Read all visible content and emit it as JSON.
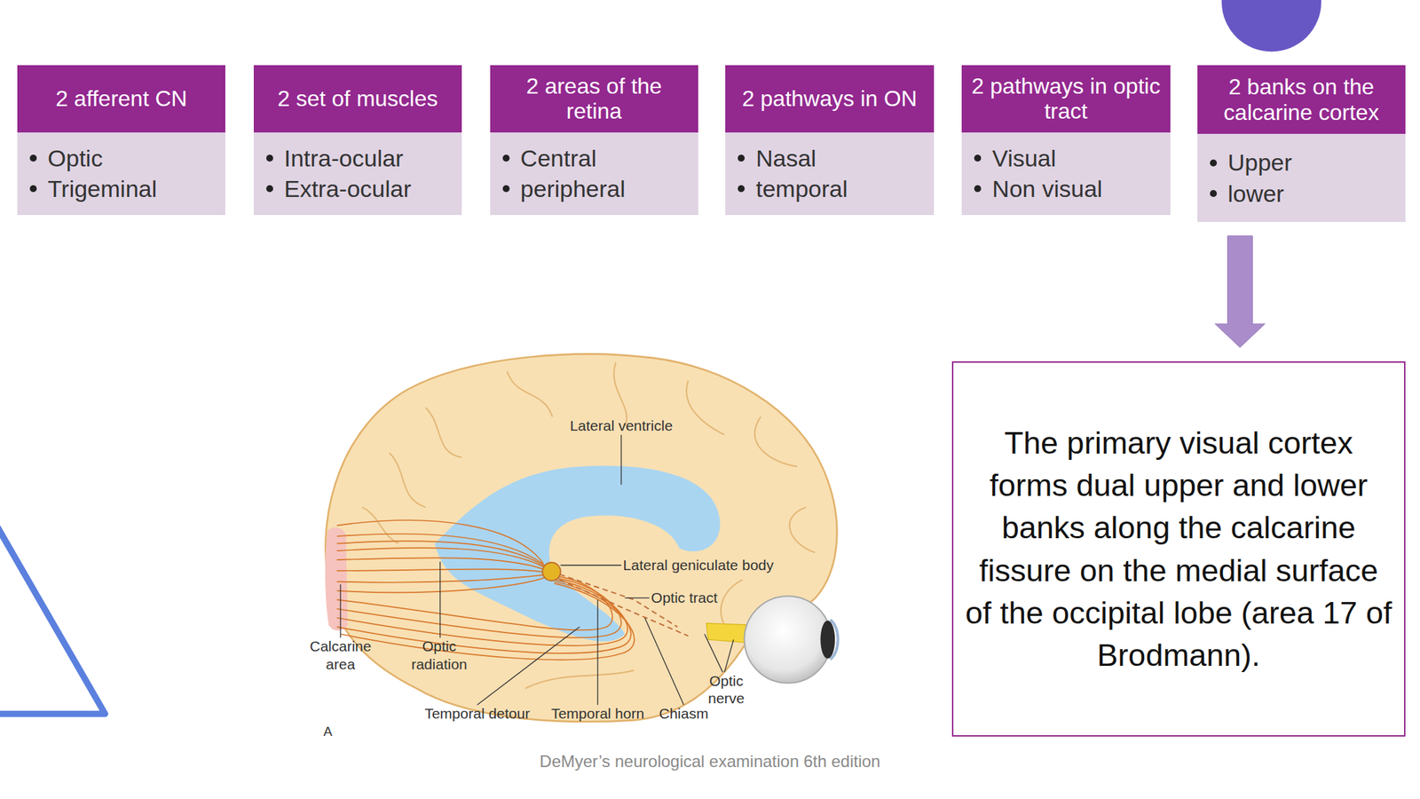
{
  "diagram": {
    "caption": "DeMyer’s neurological examination 6th edition",
    "nodes": [
      {
        "text": [
          "2 afferent CN",
          "Optic",
          "Trigeminal"
        ]
      },
      {
        "text": [
          "2 set of muscles",
          "Intra-ocular",
          "Extra-ocular"
        ]
      },
      {
        "text": [
          "2 areas of the retina",
          "Central",
          "peripheral"
        ]
      },
      {
        "text": [
          "2 pathways in ON",
          "Nasal",
          "temporal"
        ]
      },
      {
        "text": [
          "2 pathways in optic tract",
          "Visual",
          "Non visual"
        ]
      },
      {
        "text": [
          "2 banks on the calcarine cortex",
          "Upper",
          "lower"
        ]
      },
      {
        "text": [
          "The primary visual cortex forms dual upper and lower banks along the calcarine fissure on the medial surface of the occipital lobe (area 17 of Brodmann)."
        ]
      }
    ],
    "edges": [
      {
        "from": 5,
        "to": 6,
        "arrow": "to"
      }
    ],
    "labels": [
      "Lateral ventricle",
      "Lateral geniculate body",
      "Optic tract",
      "Calcarine area",
      "Optic radiation",
      "Temporal detour",
      "Temporal horn",
      "Chiasm",
      "Optic nerve",
      "A"
    ]
  }
}
